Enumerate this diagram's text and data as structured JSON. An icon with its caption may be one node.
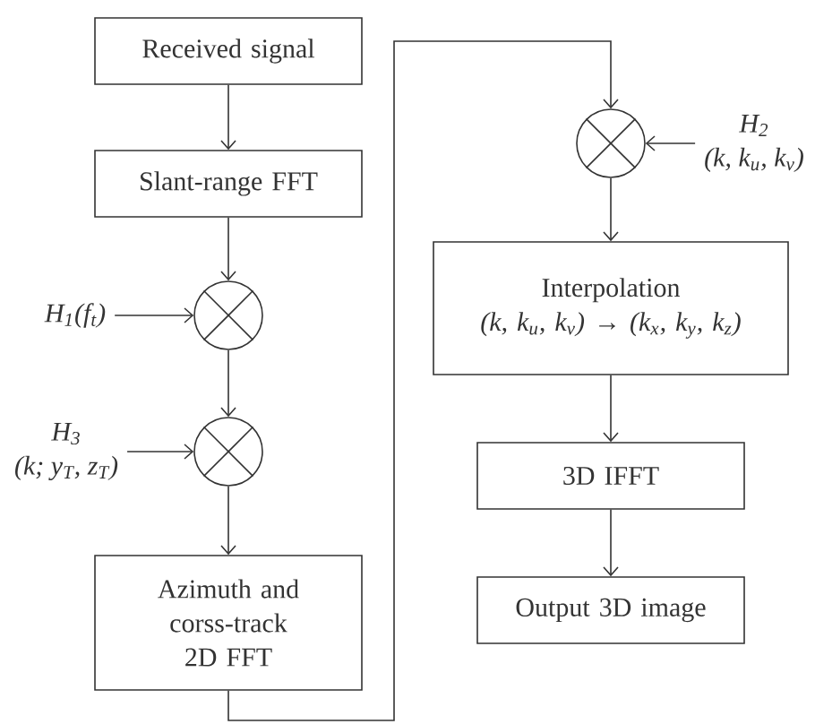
{
  "diagram": {
    "nodes": [
      {
        "text": [
          "Received signal"
        ]
      },
      {
        "text": [
          "Slant-range FFT"
        ]
      },
      {
        "text": [
          "H$_{1}$(f$_{t}$)"
        ]
      },
      {
        "text": [],
        "shape": "circle"
      },
      {
        "text": [
          "H$_{3}$",
          "(k; y$_{T}$, z$_{T}$)"
        ]
      },
      {
        "text": [],
        "shape": "circle"
      },
      {
        "text": [
          "Azimuth and corss-track 2D FFT"
        ]
      },
      {
        "text": [],
        "shape": "circle"
      },
      {
        "text": [
          "H$_{2}$",
          "(k, k$_{u}$, k$_{v}$)"
        ]
      },
      {
        "text": [
          "Interpolation",
          "(k, k$_{u}$, k$_{v}$) → (k$_{x}$, k$_{y}$, k$_{z}$)"
        ]
      },
      {
        "text": [
          "3D IFFT"
        ]
      },
      {
        "text": [
          "Output 3D image"
        ]
      }
    ],
    "edges": [
      {
        "from": 0,
        "to": 1,
        "arrow": "to"
      },
      {
        "from": 1,
        "to": 3,
        "arrow": "to"
      },
      {
        "from": 2,
        "to": 3,
        "arrow": "to"
      },
      {
        "from": 3,
        "to": 5,
        "arrow": "to"
      },
      {
        "from": 4,
        "to": 5,
        "arrow": "to"
      },
      {
        "from": 5,
        "to": 6,
        "arrow": "to"
      },
      {
        "from": 6,
        "to": 7,
        "arrow": "to"
      },
      {
        "from": 8,
        "to": 7,
        "arrow": "to"
      },
      {
        "from": 7,
        "to": 9,
        "arrow": "to"
      },
      {
        "from": 9,
        "to": 10,
        "arrow": "to"
      },
      {
        "from": 10,
        "to": 11,
        "arrow": "to"
      }
    ]
  }
}
